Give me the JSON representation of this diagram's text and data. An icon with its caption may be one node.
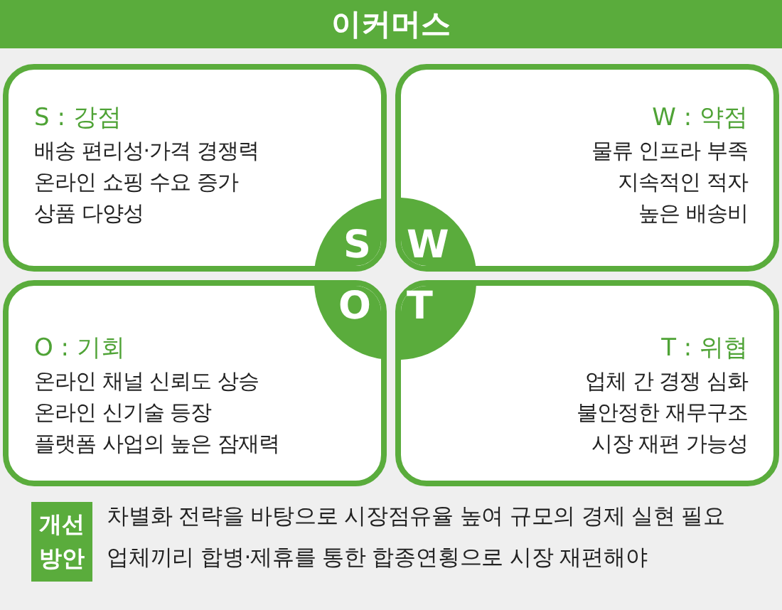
{
  "diagram": {
    "title": "이커머스",
    "nodes": [
      {
        "text": [
          "S : 강점",
          "배송 편리성·가격 경쟁력",
          "온라인 쇼핑 수요 증가",
          "상품 다양성"
        ]
      },
      {
        "text": [
          "W : 약점",
          "물류 인프라 부족",
          "지속적인 적자",
          "높은 배송비"
        ]
      },
      {
        "text": [
          "O : 기회",
          "온라인 채널 신뢰도 상승",
          "온라인 신기술 등장",
          "플랫폼 사업의 높은 잠재력"
        ]
      },
      {
        "text": [
          "T : 위협",
          "업체 간 경쟁 심화",
          "불안정한 재무구조",
          "시장 재편 가능성"
        ]
      },
      {
        "text": [
          "개선 방안"
        ]
      }
    ],
    "edges": [],
    "labels": [
      "S",
      "W",
      "O",
      "T",
      "차별화 전략을 바탕으로 시장점유율 높여 규모의 경제 실현 필요",
      "업체끼리 합병·제휴를 통한 합종연횡으로 시장 재편해야"
    ]
  }
}
